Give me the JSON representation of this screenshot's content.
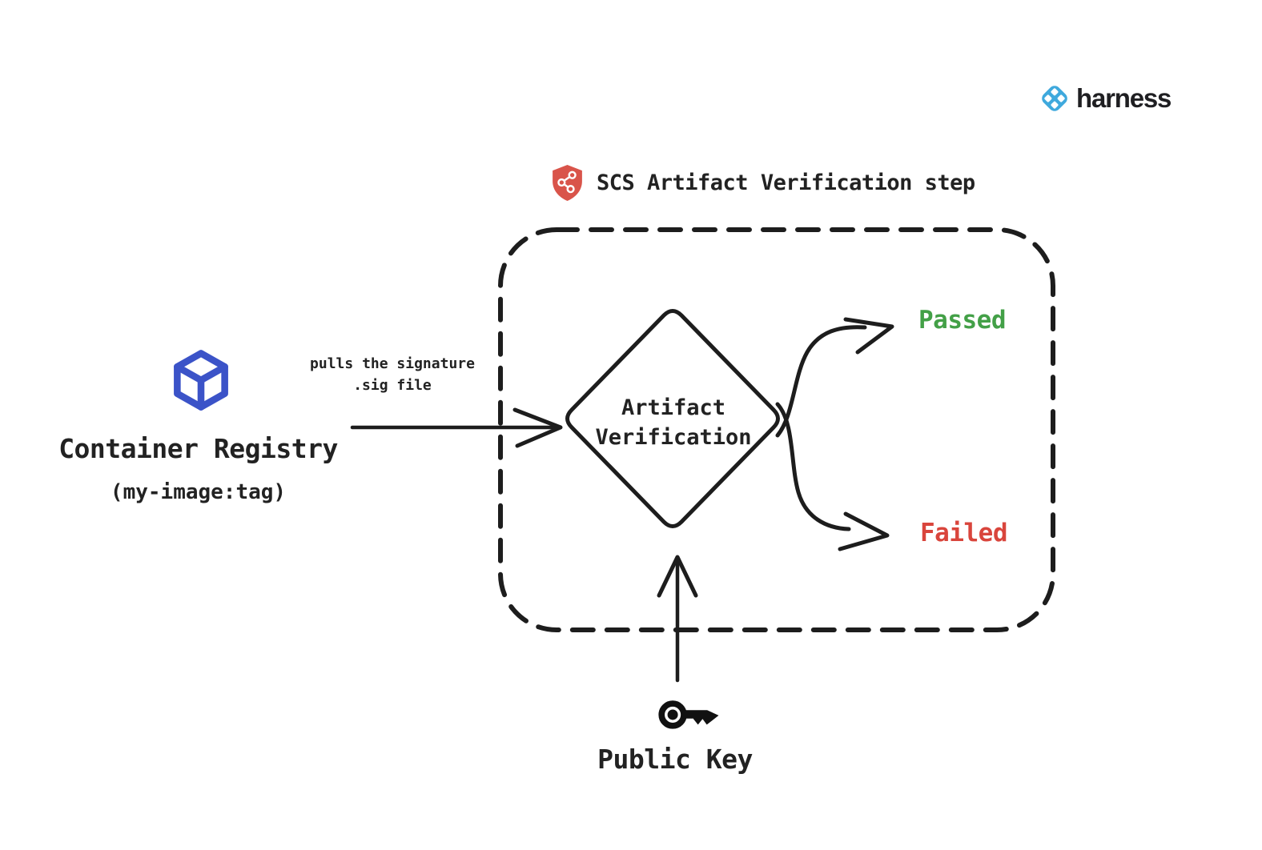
{
  "brand": {
    "name": "harness",
    "logo_color": "#3fa9dd"
  },
  "step": {
    "title": "SCS Artifact Verification step",
    "shield_color": "#d9544a"
  },
  "nodes": {
    "registry": {
      "label": "Container Registry",
      "sublabel": "(my-image:tag)",
      "icon": "cube-icon",
      "icon_color": "#3b53c8"
    },
    "decision": {
      "line1": "Artifact",
      "line2": "Verification"
    },
    "public_key": {
      "label": "Public Key",
      "icon": "key-icon"
    }
  },
  "edges": {
    "pull": {
      "line1": "pulls the signature",
      "line2": ".sig file"
    }
  },
  "outcomes": {
    "passed": {
      "label": "Passed",
      "color": "#43a047"
    },
    "failed": {
      "label": "Failed",
      "color": "#d9453c"
    }
  },
  "colors": {
    "ink": "#1d1d1d",
    "background": "#ffffff"
  }
}
